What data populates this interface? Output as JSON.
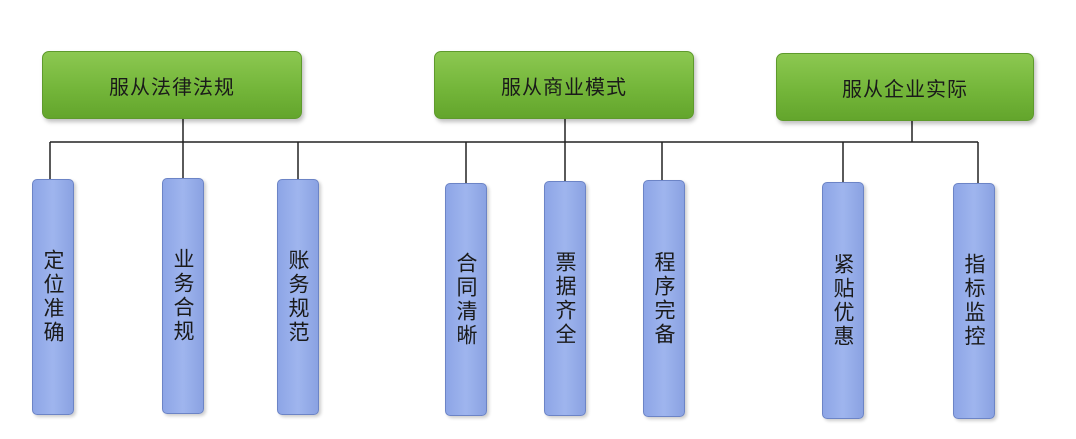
{
  "categories": [
    {
      "label": "服从法律法规",
      "children": [
        "定位准确",
        "业务合规",
        "账务规范"
      ]
    },
    {
      "label": "服从商业模式",
      "children": [
        "合同清晰",
        "票据齐全",
        "程序完备"
      ]
    },
    {
      "label": "服从企业实际",
      "children": [
        "紧贴优惠",
        "指标监控"
      ]
    }
  ],
  "colors": {
    "top_box": "#76b83d",
    "child_box": "#98aeea",
    "line": "#222222"
  }
}
